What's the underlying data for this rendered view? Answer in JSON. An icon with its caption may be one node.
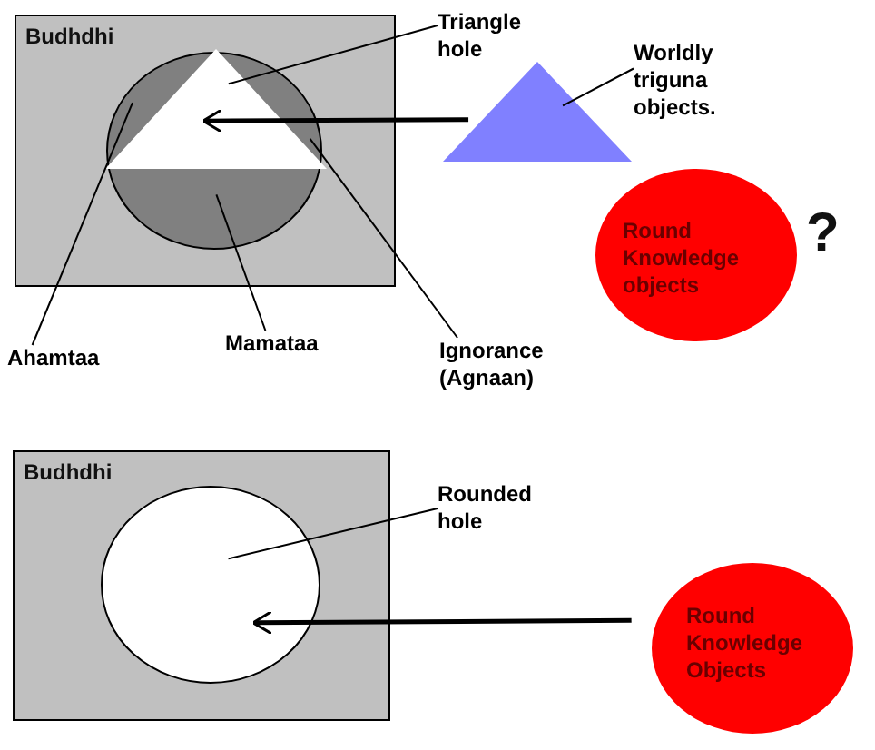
{
  "diagram": {
    "nodes": [
      {
        "text": [
          "Budhdhi"
        ]
      },
      {
        "text": [],
        "shape": "circle",
        "in": 0
      },
      {
        "text": [],
        "shape": "triangle",
        "in": 1
      },
      {
        "text": [
          "Triangle hole"
        ]
      },
      {
        "text": [
          "Worldly triguna objects."
        ]
      },
      {
        "text": [],
        "shape": "triangle"
      },
      {
        "text": [
          "Round Knowledge objects"
        ],
        "beside": [
          "?"
        ]
      },
      {
        "text": [
          "Ahamtaa"
        ]
      },
      {
        "text": [
          "Mamataa"
        ]
      },
      {
        "text": [
          "Ignorance (Agnaan)"
        ]
      },
      {
        "text": [
          "Budhdhi"
        ]
      },
      {
        "text": [],
        "shape": "circle",
        "in": 10
      },
      {
        "text": [
          "Rounded hole"
        ]
      },
      {
        "text": [
          "Round Knowledge Objects"
        ]
      }
    ],
    "edges": [
      {
        "from": 3,
        "to": 2,
        "arrow": "none"
      },
      {
        "from": 4,
        "to": 5,
        "arrow": "none"
      },
      {
        "from": 5,
        "to": 2,
        "arrow": "to",
        "style": "thick"
      },
      {
        "from": 7,
        "to": 1,
        "arrow": "none"
      },
      {
        "from": 8,
        "to": 1,
        "arrow": "none"
      },
      {
        "from": 9,
        "to": 1,
        "arrow": "none"
      },
      {
        "from": 12,
        "to": 11,
        "arrow": "none"
      },
      {
        "from": 13,
        "to": 11,
        "arrow": "to",
        "style": "thick"
      }
    ]
  }
}
